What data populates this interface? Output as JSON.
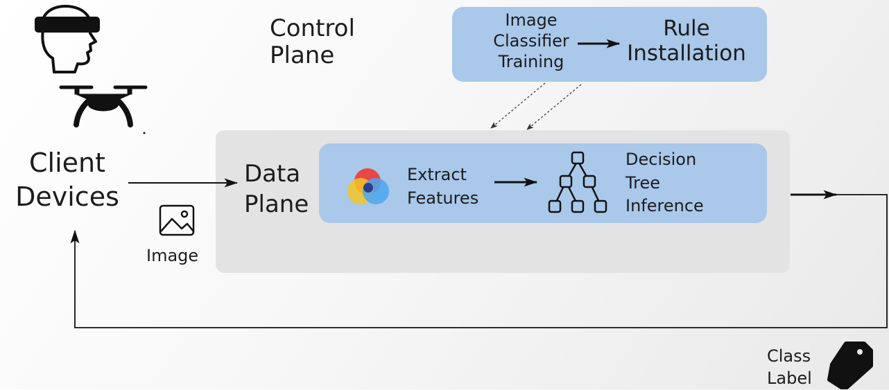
{
  "control_plane": {
    "line1": "Control",
    "line2": "Plane"
  },
  "training": {
    "line1": "Image",
    "line2": "Classifier",
    "line3": "Training"
  },
  "rule_installation": {
    "line1": "Rule",
    "line2": "Installation"
  },
  "client_devices": {
    "line1": "Client",
    "line2": "Devices"
  },
  "image_label": "Image",
  "data_plane": {
    "line1": "Data",
    "line2": "Plane"
  },
  "extract_features": {
    "line1": "Extract",
    "line2": "Features"
  },
  "decision_tree": {
    "line1": "Decision",
    "line2": "Tree",
    "line3": "Inference"
  },
  "class_label": {
    "line1": "Class",
    "line2": "Label"
  },
  "icons": [
    "vr-headset-icon",
    "drone-icon",
    "image-icon",
    "color-wheel-icon",
    "decision-tree-icon",
    "tag-icon"
  ],
  "colors": {
    "panel_blue": "#a9c8ea",
    "panel_gray": "#e3e3e3",
    "arrow": "#111111"
  }
}
